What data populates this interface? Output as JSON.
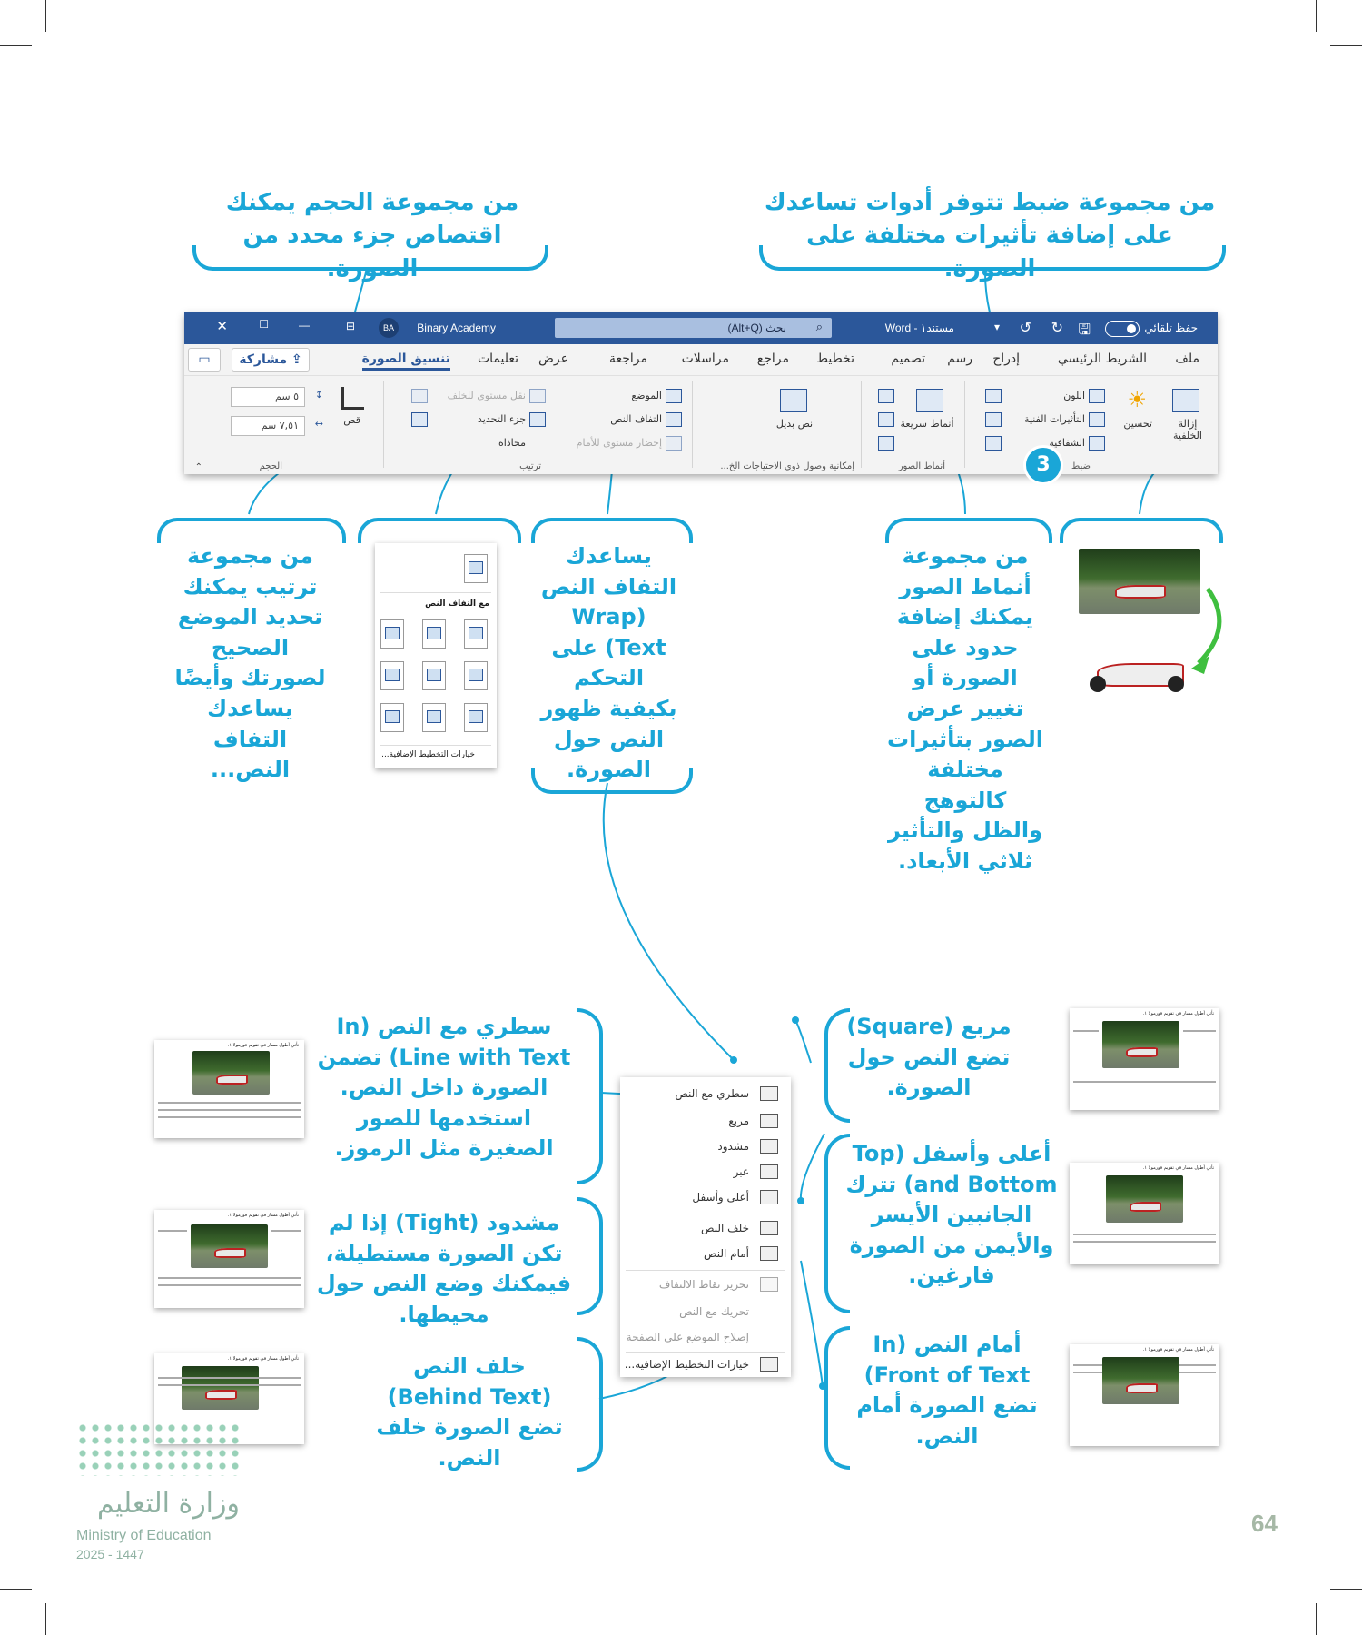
{
  "captions": {
    "size_group": "من مجموعة الحجم يمكنك اقتصاص جزء محدد من الصورة.",
    "adjust_group": "من مجموعة ضبط تتوفر أدوات تساعدك على إضافة تأثيرات مختلفة على الصورة.",
    "arrange_group": "من مجموعة ترتيب يمكنك تحديد الموضع الصحيح لصورتك وأيضًا يساعدك التفاف النص...",
    "wrap_text": "يساعدك التفاف النص (Wrap Text) على التحكم بكيفية ظهور النص حول الصورة.",
    "picture_styles": "من مجموعة أنماط الصور يمكنك إضافة حدود على الصورة أو تغيير عرض الصور بتأثيرات مختلفة كالتوهج والظل والتأثير ثلاثي الأبعاد.",
    "inline": "سطري مع النص (In Line with Text) تضمن الصورة داخل النص. استخدمها للصور الصغيرة مثل الرموز.",
    "square": "مربع (Square) تضع النص حول الصورة.",
    "tight": "مشدود (Tight) إذا لم تكن الصورة مستطيلة، فيمكنك وضع النص حول محيطها.",
    "top_bottom": "أعلى وأسفل (Top and Bottom) تترك الجانبين الأيسر والأيمن من الصورة فارغين.",
    "behind": "خلف النص (Behind Text) تضع الصورة خلف النص.",
    "front": "أمام النص (In Front of Text) تضع الصورة أمام النص."
  },
  "ribbon": {
    "autosave": "حفظ تلقائي",
    "doc_title": "مستند١ - Word",
    "search_placeholder": "بحث (Alt+Q)",
    "account": "Binary Academy",
    "account_initials": "BA",
    "tabs": [
      "ملف",
      "الشريط الرئيسي",
      "إدراج",
      "رسم",
      "تصميم",
      "تخطيط",
      "مراجع",
      "مراسلات",
      "مراجعة",
      "عرض",
      "تعليمات",
      "تنسيق الصورة"
    ],
    "share": "مشاركة",
    "adjust": {
      "remove_bg": "إزالة الخلفية",
      "corrections": "تحسين",
      "color": "اللون",
      "artistic": "التأثيرات الفنية",
      "transparency": "الشفافية",
      "label": "ضبط"
    },
    "styles": {
      "quick": "أنماط سريعة",
      "label": "أنماط الصور"
    },
    "access": {
      "alt_text": "نص بديل",
      "label": "إمكانية وصول ذوي الاحتياجات الخ..."
    },
    "arrange": {
      "position": "الموضع",
      "wrap": "التفاف النص",
      "forward": "إحضار مستوى للأمام",
      "backward": "نقل مستوى للخلف",
      "selection": "جزء التحديد",
      "align": "محاذاة",
      "label": "ترتيب"
    },
    "size": {
      "crop": "قص",
      "height": "٥ سم",
      "width": "٧,٥١ سم",
      "label": "الحجم"
    },
    "step_badge": "3"
  },
  "gallery": {
    "inline_label": "مع التفاف النص",
    "more": "خيارات التخطيط الإضافية..."
  },
  "menu": {
    "items": [
      "سطري مع النص",
      "مربع",
      "مشدود",
      "عبر",
      "أعلى وأسفل",
      "خلف النص",
      "أمام النص",
      "تحرير نقاط الالتفاف",
      "تحريك مع النص",
      "إصلاح الموضع على الصفحة",
      "خيارات التخطيط الإضافية..."
    ]
  },
  "thumb_text": "تأتي أطول مسار في تقويم فورمولا ١.",
  "footer": {
    "ministry_ar": "وزارة التعليم",
    "ministry_en": "Ministry of Education",
    "year": "2025 - 1447",
    "page_number": "64"
  },
  "colors": {
    "accent": "#1aa6d7",
    "word_blue": "#2b579a"
  }
}
